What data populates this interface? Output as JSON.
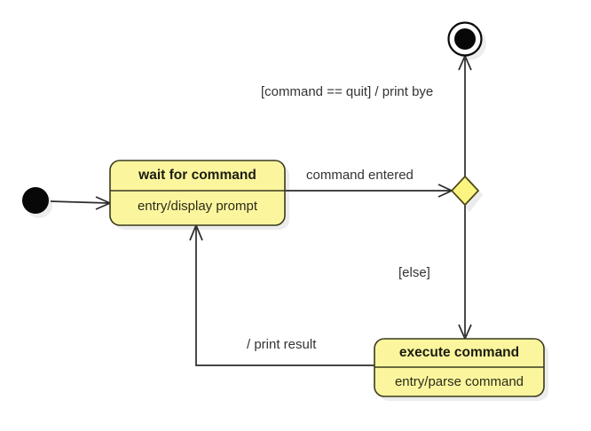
{
  "diagram": {
    "type": "uml-state-machine",
    "background_color": "#ffffff",
    "state_fill_color": "#fbf69e",
    "state_border_color": "#3a3a1e",
    "decision_fill_color": "#fbf481",
    "edge_color": "#2b2b2b"
  },
  "nodes": {
    "initial": {
      "name": "initial-state",
      "shape": "filled-circle"
    },
    "final": {
      "name": "final-state",
      "shape": "bullseye-circle"
    },
    "decision": {
      "name": "decision-node",
      "shape": "diamond"
    },
    "wait_state": {
      "title": "wait for command",
      "activity": "entry/display prompt"
    },
    "execute_state": {
      "title": "execute command",
      "activity": "entry/parse command"
    }
  },
  "edges": {
    "start_to_wait": {
      "label": ""
    },
    "wait_to_decision": {
      "label": "command entered"
    },
    "decision_to_final": {
      "label": "[command == quit] / print bye"
    },
    "decision_to_execute": {
      "label": "[else]"
    },
    "execute_to_wait": {
      "label": "/ print result"
    }
  }
}
